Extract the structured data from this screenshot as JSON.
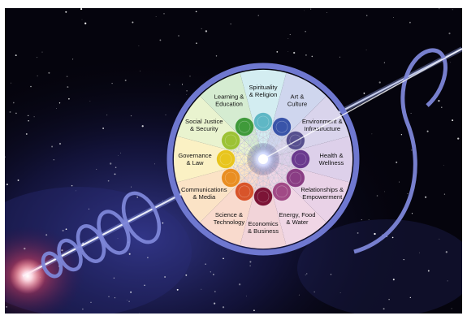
{
  "wheel": {
    "segments": [
      {
        "lines": [
          "Spirituality",
          "& Religion"
        ],
        "color": "#5fb7c5",
        "fill": "#d3edf1"
      },
      {
        "lines": [
          "Art &",
          "Culture"
        ],
        "color": "#3954a9",
        "fill": "#cfd6ee"
      },
      {
        "lines": [
          "Environment &",
          "Infrastructure"
        ],
        "color": "#57508f",
        "fill": "#d9d4ec"
      },
      {
        "lines": [
          "Health &",
          "Wellness"
        ],
        "color": "#6a3a8e",
        "fill": "#ddd0ea"
      },
      {
        "lines": [
          "Relationships &",
          "Empowerment"
        ],
        "color": "#8a3d84",
        "fill": "#e9d2e7"
      },
      {
        "lines": [
          "Energy, Food",
          "& Water"
        ],
        "color": "#a14a86",
        "fill": "#f0d6e5"
      },
      {
        "lines": [
          "Economics",
          "& Business"
        ],
        "color": "#7c1436",
        "fill": "#f2d4d9"
      },
      {
        "lines": [
          "Science &",
          "Technology"
        ],
        "color": "#d8542a",
        "fill": "#f9dacd"
      },
      {
        "lines": [
          "Communications",
          "& Media"
        ],
        "color": "#e98e22",
        "fill": "#fbe3c6"
      },
      {
        "lines": [
          "Governance",
          "& Law"
        ],
        "color": "#e8c51d",
        "fill": "#fbf1c4"
      },
      {
        "lines": [
          "Social Justice",
          "& Security"
        ],
        "color": "#9cc235",
        "fill": "#e9f3cf"
      },
      {
        "lines": [
          "Learning &",
          "Education"
        ],
        "color": "#3f9a3a",
        "fill": "#d5ecd1"
      }
    ]
  }
}
